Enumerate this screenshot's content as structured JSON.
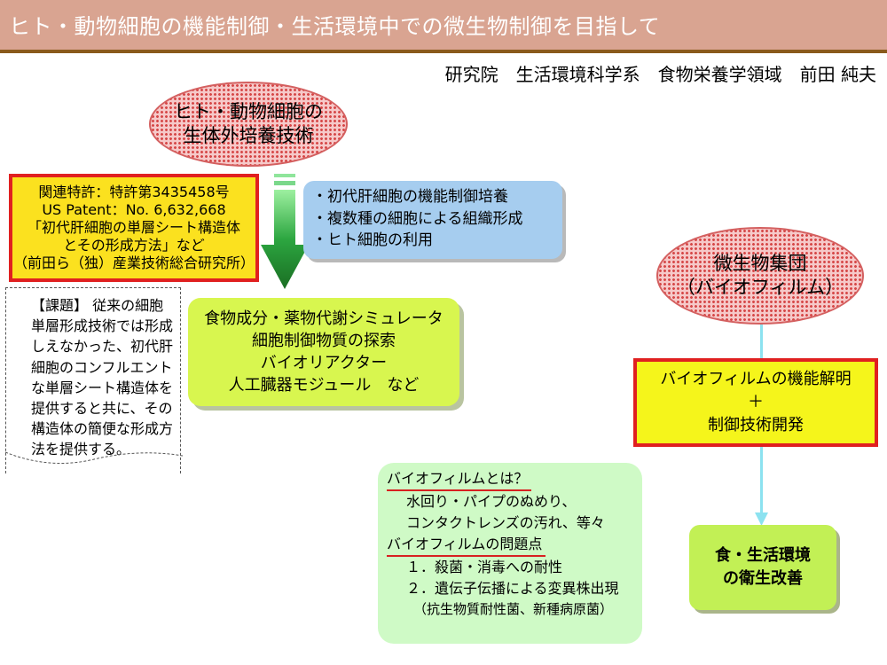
{
  "header": {
    "title": "ヒト・動物細胞の機能制御・生活環境中での微生物制御を目指して",
    "author": "研究院　生活環境科学系　食物栄養学領域　前田 純夫"
  },
  "cell_tech": {
    "line1": "ヒト・動物細胞の",
    "line2": "生体外培養技術"
  },
  "patent": {
    "line1": "関連特許：特許第3435458号",
    "line2": "US Patent：No. 6,632,668",
    "line3": "「初代肝細胞の単層シート構造体",
    "line4": "とその形成方法」など",
    "line5": "（前田ら（独）産業技術総合研究所）"
  },
  "task": {
    "text": "【課題】 従来の細胞単層形成技術では形成しえなかった、初代肝細胞のコンフルエントな単層シート構造体を提供すると共に、その構造体の簡便な形成方法を提供する。"
  },
  "features": [
    "・初代肝細胞の機能制御培養",
    "・複数種の細胞による組織形成",
    "・ヒト細胞の利用"
  ],
  "applications": [
    "食物成分・薬物代謝シミュレータ",
    "細胞制御物質の探索",
    "バイオリアクター",
    "人工臓器モジュール　など"
  ],
  "biofilm_node": {
    "line1": "微生物集団",
    "line2": "（バイオフィルム）"
  },
  "biofilm_research": {
    "line1": "バイオフィルムの機能解明",
    "line2": "＋",
    "line3": "制御技術開発"
  },
  "result": {
    "line1": "食・生活環境",
    "line2": "の衛生改善"
  },
  "biofilm_info": {
    "heading1": "バイオフィルムとは？",
    "desc1": "水回り・パイプのぬめり、",
    "desc2": "コンタクトレンズの汚れ、等々",
    "heading2": "バイオフィルムの問題点",
    "item1": "１．殺菌・消毒への耐性",
    "item2": "２．遺伝子伝播による変異株出現",
    "item3": "（抗生物質耐性菌、新種病原菌）"
  },
  "colors": {
    "title_bar": "#d9a491",
    "patent_bg": "#fbe11f",
    "border_red": "#e02020",
    "blue_box": "#a6cdef",
    "green_box": "#d8f64f",
    "arrow_green": "#1f8a2c",
    "cyan_arrow": "#8ce2f0",
    "bio_box": "#cffac6"
  }
}
